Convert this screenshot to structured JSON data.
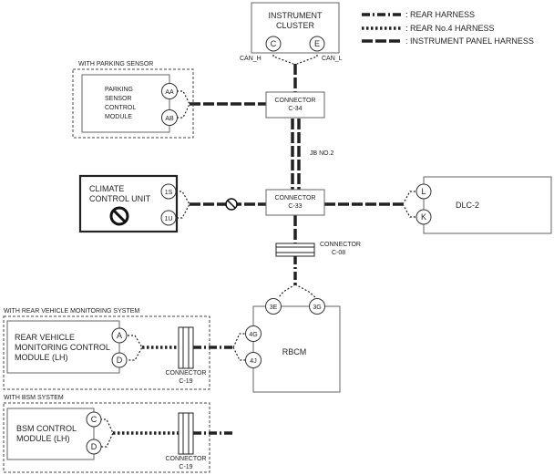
{
  "legend": [
    {
      "label": ": REAR HARNESS",
      "style": "rear"
    },
    {
      "label": ": REAR No.4 HARNESS",
      "style": "rear4"
    },
    {
      "label": ": INSTRUMENT PANEL HARNESS",
      "style": "ip"
    }
  ],
  "instrument_cluster": {
    "title_line1": "INSTRUMENT",
    "title_line2": "CLUSTER",
    "pin_c": "C",
    "pin_e": "E",
    "can_h": "CAN_H",
    "can_l": "CAN_L"
  },
  "parking_group": {
    "label": "WITH PARKING SENSOR",
    "module_line1": "PARKING",
    "module_line2": "SENSOR",
    "module_line3": "CONTROL",
    "module_line4": "MODULE",
    "pin_aa": "AA",
    "pin_ab": "AB"
  },
  "connector_c34": {
    "line1": "CONNECTOR",
    "line2": "C-34"
  },
  "jb": "JB NO.2",
  "climate": {
    "line1": "CLIMATE",
    "line2": "CONTROL UNIT",
    "pin_1s": "1S",
    "pin_1u": "1U"
  },
  "connector_c33": {
    "line1": "CONNECTOR",
    "line2": "C-33"
  },
  "dlc": {
    "title": "DLC-2",
    "pin_l": "L",
    "pin_k": "K"
  },
  "connector_c08": {
    "line1": "CONNECTOR",
    "line2": "C-08"
  },
  "rbcm": {
    "title": "RBCM",
    "pin_3e": "3E",
    "pin_3g": "3G",
    "pin_4g": "4G",
    "pin_4j": "4J"
  },
  "rear_group": {
    "label": "WITH REAR VEHICLE MONITORING SYSTEM",
    "module_line1": "REAR VEHICLE",
    "module_line2": "MONITORING CONTROL",
    "module_line3": "MODULE (LH)",
    "pin_a": "A",
    "pin_d": "D",
    "connector_line1": "CONNECTOR",
    "connector_line2": "C-19"
  },
  "bsm_group": {
    "label": "WITH BSM SYSTEM",
    "module_line1": "BSM CONTROL",
    "module_line2": "MODULE (LH)",
    "pin_c": "C",
    "pin_d": "D",
    "connector_line1": "CONNECTOR",
    "connector_line2": "C-19"
  }
}
